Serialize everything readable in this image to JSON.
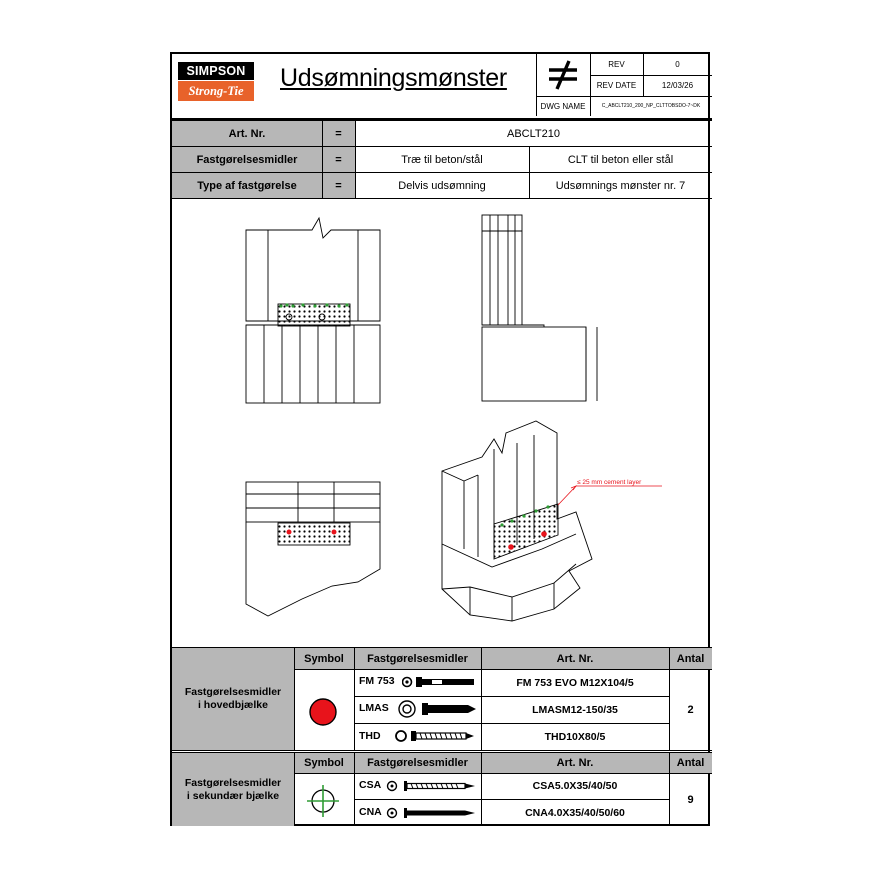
{
  "logo": {
    "line1": "SIMPSON",
    "line2": "Strong-Tie"
  },
  "title": "Udsømningsmønster",
  "rev_block": {
    "rev_label": "REV",
    "rev_value": "0",
    "rev_date_label": "REV DATE",
    "rev_date_value": "12/03/26",
    "dwg_label": "DWG NAME",
    "dwg_value": "C_ABCLT210_200_NP_CLTTOBSDO-7~DK",
    "symbol_icon": "not-equal-icon"
  },
  "info": {
    "art_label": "Art. Nr.",
    "art_eq": "=",
    "art_value": "ABCLT210",
    "fast_label": "Fastgørelsesmidler",
    "fast_eq": "=",
    "fast_value1": "Træ til beton/stål",
    "fast_value2": "CLT til beton eller stål",
    "type_label": "Type af fastgørelse",
    "type_eq": "=",
    "type_value1": "Delvis udsømning",
    "type_value2": "Udsømnings mønster nr.  7"
  },
  "drawing": {
    "annotation": "≤ 25 mm cement layer",
    "accent": "#e8131b",
    "nail_green": "#2e9c34"
  },
  "table1": {
    "row_label": "Fastgørelsesmidler\ni hovedbjælke",
    "symbol_header": "Symbol",
    "fast_header": "Fastgørelsesmidler",
    "art_header": "Art. Nr.",
    "antal_header": "Antal",
    "symbol_icon": "red-dot-icon",
    "items": [
      {
        "short": "FM 753",
        "art": "FM 753 EVO M12X104/5"
      },
      {
        "short": "LMAS",
        "art": "LMASM12-150/35"
      },
      {
        "short": "THD",
        "art": "THD10X80/5"
      }
    ],
    "antal": "2"
  },
  "table2": {
    "row_label": "Fastgørelsesmidler\ni sekundær bjælke",
    "symbol_header": "Symbol",
    "fast_header": "Fastgørelsesmidler",
    "art_header": "Art. Nr.",
    "antal_header": "Antal",
    "symbol_icon": "crosshair-circle-icon",
    "items": [
      {
        "short": "CSA",
        "art": "CSA5.0X35/40/50"
      },
      {
        "short": "CNA",
        "art": "CNA4.0X35/40/50/60"
      }
    ],
    "antal": "9"
  }
}
